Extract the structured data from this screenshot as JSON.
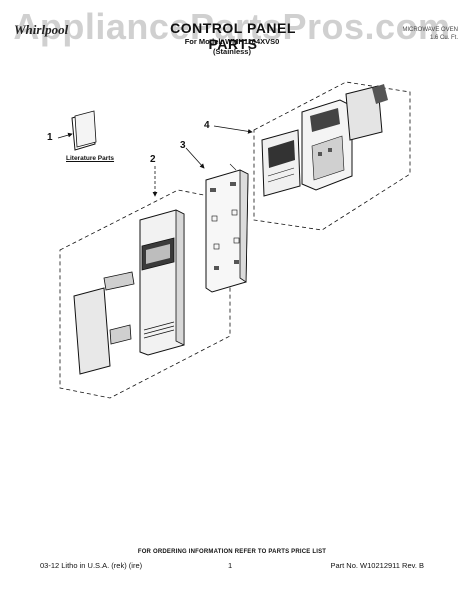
{
  "watermark": "AppliancePartsPros.com",
  "brand": "Whirlpool",
  "title": "CONTROL PANEL PARTS",
  "subtitle": {
    "model_line": "For Model: WMH1164XVS0",
    "variant_line": "(Stainless)"
  },
  "code_block": {
    "line1": "MICROWAVE OVEN",
    "line2": "1.6 Cu. Ft."
  },
  "callouts": [
    "1",
    "2",
    "3",
    "4"
  ],
  "literature_label": "Literature Parts",
  "footer": {
    "note": "FOR ORDERING INFORMATION REFER TO PARTS PRICE LIST",
    "left": "03-12  Litho in U.S.A. (rek) (ire)",
    "page": "1",
    "right": "Part No. W10212911 Rev. B"
  }
}
